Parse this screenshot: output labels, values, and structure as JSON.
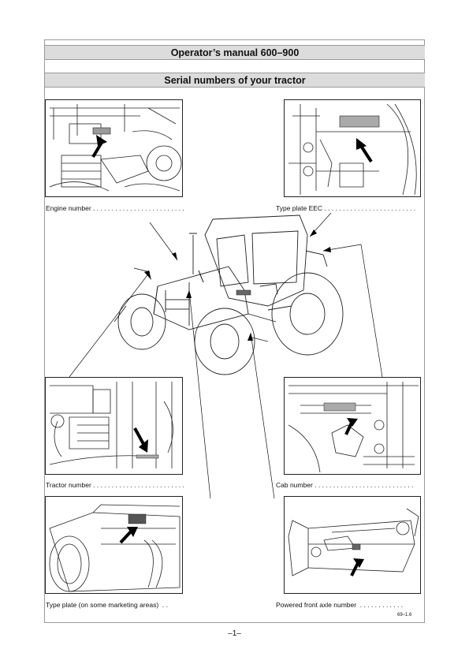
{
  "header": {
    "title": "Operator’s manual 600–900",
    "subtitle": "Serial numbers of your tractor"
  },
  "labels": {
    "engine_number": "Engine number . . . . . . . . . . . . . . . . . . . . . . . . .",
    "type_plate_eec": "Type plate EEC . . . . . . . . . . . . . . . . . . . . . . . . .",
    "tractor_number": "Tractor number . . . . . . . . . . . . . . . . . . . . . . . . .",
    "cab_number": "Cab number . . . . . . . . . . . . . . . . . . . . . . . . . . .",
    "type_plate_marketing": "Type plate (on some marketing areas)  . .",
    "powered_front_axle_number": "Powered front axle number  . . . . . . . . . . . ."
  },
  "figure_ref": "69–1.6",
  "page_number": "–1–",
  "colors": {
    "frame": "#9a9a9a",
    "band": "#dcdcdc",
    "plate_fill": "#aaaaaa",
    "ink": "#111111"
  }
}
